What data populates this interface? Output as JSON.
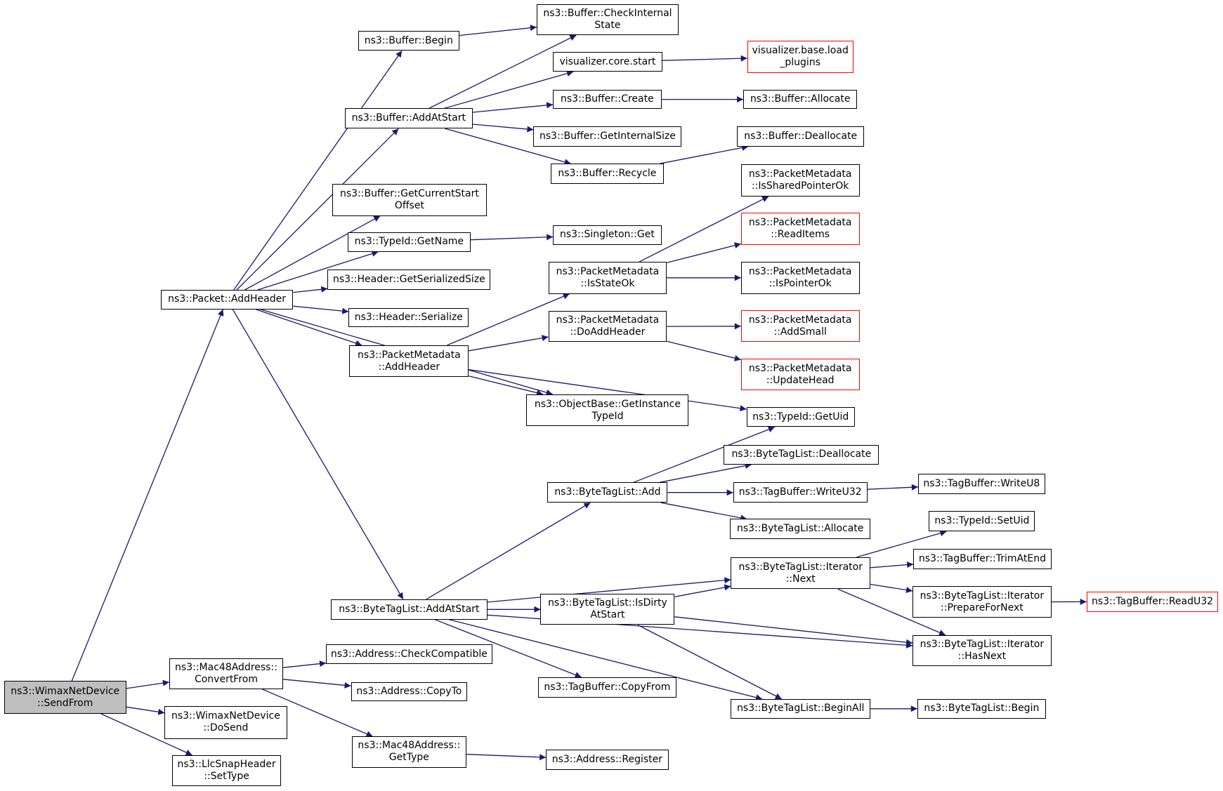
{
  "colors": {
    "edge": "#191970",
    "node_border": "#000000",
    "external_border": "#ff0000",
    "root_fill": "#bfbfbf"
  },
  "nodes": {
    "sendfrom": {
      "lines": [
        "ns3::WimaxNetDevice",
        "::SendFrom"
      ],
      "kind": "root"
    },
    "addheader": {
      "lines": [
        "ns3::Packet::AddHeader"
      ],
      "kind": "normal"
    },
    "mac48_convert": {
      "lines": [
        "ns3::Mac48Address::",
        "ConvertFrom"
      ],
      "kind": "normal"
    },
    "dosend": {
      "lines": [
        "ns3::WimaxNetDevice",
        "::DoSend"
      ],
      "kind": "normal"
    },
    "llcsettype": {
      "lines": [
        "ns3::LlcSnapHeader",
        "::SetType"
      ],
      "kind": "normal"
    },
    "buf_begin": {
      "lines": [
        "ns3::Buffer::Begin"
      ],
      "kind": "normal"
    },
    "buf_addatstart": {
      "lines": [
        "ns3::Buffer::AddAtStart"
      ],
      "kind": "normal"
    },
    "buf_getcurrentstart": {
      "lines": [
        "ns3::Buffer::GetCurrentStart",
        "Offset"
      ],
      "kind": "normal"
    },
    "typeid_getname": {
      "lines": [
        "ns3::TypeId::GetName"
      ],
      "kind": "normal"
    },
    "header_getsize": {
      "lines": [
        "ns3::Header::GetSerializedSize"
      ],
      "kind": "normal"
    },
    "header_serialize": {
      "lines": [
        "ns3::Header::Serialize"
      ],
      "kind": "normal"
    },
    "pm_addheader": {
      "lines": [
        "ns3::PacketMetadata",
        "::AddHeader"
      ],
      "kind": "normal"
    },
    "btl_addatstart": {
      "lines": [
        "ns3::ByteTagList::AddAtStart"
      ],
      "kind": "normal"
    },
    "addr_checkcompat": {
      "lines": [
        "ns3::Address::CheckCompatible"
      ],
      "kind": "normal"
    },
    "addr_copyto": {
      "lines": [
        "ns3::Address::CopyTo"
      ],
      "kind": "normal"
    },
    "mac48_gettype": {
      "lines": [
        "ns3::Mac48Address::",
        "GetType"
      ],
      "kind": "normal"
    },
    "buf_checkinternal": {
      "lines": [
        "ns3::Buffer::CheckInternal",
        "State"
      ],
      "kind": "normal"
    },
    "vis_core_start": {
      "lines": [
        "visualizer.core.start"
      ],
      "kind": "normal"
    },
    "buf_create": {
      "lines": [
        "ns3::Buffer::Create"
      ],
      "kind": "normal"
    },
    "buf_getinternalsize": {
      "lines": [
        "ns3::Buffer::GetInternalSize"
      ],
      "kind": "normal"
    },
    "buf_recycle": {
      "lines": [
        "ns3::Buffer::Recycle"
      ],
      "kind": "normal"
    },
    "singleton_get": {
      "lines": [
        "ns3::Singleton::Get"
      ],
      "kind": "normal"
    },
    "pm_isstateok": {
      "lines": [
        "ns3::PacketMetadata",
        "::IsStateOk"
      ],
      "kind": "normal"
    },
    "pm_doaddheader": {
      "lines": [
        "ns3::PacketMetadata",
        "::DoAddHeader"
      ],
      "kind": "normal"
    },
    "objbase_getinstance": {
      "lines": [
        "ns3::ObjectBase::GetInstance",
        "TypeId"
      ],
      "kind": "normal"
    },
    "btl_add": {
      "lines": [
        "ns3::ByteTagList::Add"
      ],
      "kind": "normal"
    },
    "btl_isdirty": {
      "lines": [
        "ns3::ByteTagList::IsDirty",
        "AtStart"
      ],
      "kind": "normal"
    },
    "tagbuf_copyfrom": {
      "lines": [
        "ns3::TagBuffer::CopyFrom"
      ],
      "kind": "normal"
    },
    "addr_register": {
      "lines": [
        "ns3::Address::Register"
      ],
      "kind": "normal"
    },
    "vis_base_load": {
      "lines": [
        "visualizer.base.load",
        "_plugins"
      ],
      "kind": "external"
    },
    "buf_allocate": {
      "lines": [
        "ns3::Buffer::Allocate"
      ],
      "kind": "normal"
    },
    "buf_deallocate": {
      "lines": [
        "ns3::Buffer::Deallocate"
      ],
      "kind": "normal"
    },
    "pm_issharedptr": {
      "lines": [
        "ns3::PacketMetadata",
        "::IsSharedPointerOk"
      ],
      "kind": "normal"
    },
    "pm_readitems": {
      "lines": [
        "ns3::PacketMetadata",
        "::ReadItems"
      ],
      "kind": "external"
    },
    "pm_ispointerok": {
      "lines": [
        "ns3::PacketMetadata",
        "::IsPointerOk"
      ],
      "kind": "normal"
    },
    "pm_addsmall": {
      "lines": [
        "ns3::PacketMetadata",
        "::AddSmall"
      ],
      "kind": "external"
    },
    "pm_updatehead": {
      "lines": [
        "ns3::PacketMetadata",
        "::UpdateHead"
      ],
      "kind": "external"
    },
    "typeid_getuid": {
      "lines": [
        "ns3::TypeId::GetUid"
      ],
      "kind": "normal"
    },
    "btl_deallocate": {
      "lines": [
        "ns3::ByteTagList::Deallocate"
      ],
      "kind": "normal"
    },
    "tagbuf_writeu32": {
      "lines": [
        "ns3::TagBuffer::WriteU32"
      ],
      "kind": "normal"
    },
    "btl_allocate": {
      "lines": [
        "ns3::ByteTagList::Allocate"
      ],
      "kind": "normal"
    },
    "btl_iter_next": {
      "lines": [
        "ns3::ByteTagList::Iterator",
        "::Next"
      ],
      "kind": "normal"
    },
    "btl_beginall": {
      "lines": [
        "ns3::ByteTagList::BeginAll"
      ],
      "kind": "normal"
    },
    "tagbuf_writeu8": {
      "lines": [
        "ns3::TagBuffer::WriteU8"
      ],
      "kind": "normal"
    },
    "typeid_setuid": {
      "lines": [
        "ns3::TypeId::SetUid"
      ],
      "kind": "normal"
    },
    "tagbuf_trimatend": {
      "lines": [
        "ns3::TagBuffer::TrimAtEnd"
      ],
      "kind": "normal"
    },
    "btl_iter_prepare": {
      "lines": [
        "ns3::ByteTagList::Iterator",
        "::PrepareForNext"
      ],
      "kind": "normal"
    },
    "btl_iter_hasnext": {
      "lines": [
        "ns3::ByteTagList::Iterator",
        "::HasNext"
      ],
      "kind": "normal"
    },
    "btl_begin": {
      "lines": [
        "ns3::ByteTagList::Begin"
      ],
      "kind": "normal"
    },
    "tagbuf_readu32": {
      "lines": [
        "ns3::TagBuffer::ReadU32"
      ],
      "kind": "external"
    }
  },
  "edges": [
    [
      "sendfrom",
      "addheader"
    ],
    [
      "sendfrom",
      "mac48_convert"
    ],
    [
      "sendfrom",
      "dosend"
    ],
    [
      "sendfrom",
      "llcsettype"
    ],
    [
      "addheader",
      "buf_begin"
    ],
    [
      "addheader",
      "buf_addatstart"
    ],
    [
      "addheader",
      "buf_getcurrentstart"
    ],
    [
      "addheader",
      "typeid_getname"
    ],
    [
      "addheader",
      "header_getsize"
    ],
    [
      "addheader",
      "header_serialize"
    ],
    [
      "addheader",
      "pm_addheader"
    ],
    [
      "addheader",
      "objbase_getinstance"
    ],
    [
      "addheader",
      "btl_addatstart"
    ],
    [
      "buf_begin",
      "buf_checkinternal"
    ],
    [
      "buf_addatstart",
      "buf_checkinternal"
    ],
    [
      "buf_addatstart",
      "vis_core_start"
    ],
    [
      "buf_addatstart",
      "buf_create"
    ],
    [
      "buf_addatstart",
      "buf_getinternalsize"
    ],
    [
      "buf_addatstart",
      "buf_recycle"
    ],
    [
      "vis_core_start",
      "vis_base_load"
    ],
    [
      "buf_create",
      "buf_allocate"
    ],
    [
      "buf_recycle",
      "buf_deallocate"
    ],
    [
      "typeid_getname",
      "singleton_get"
    ],
    [
      "pm_addheader",
      "pm_isstateok"
    ],
    [
      "pm_addheader",
      "pm_doaddheader"
    ],
    [
      "pm_addheader",
      "objbase_getinstance"
    ],
    [
      "pm_addheader",
      "typeid_getuid"
    ],
    [
      "pm_isstateok",
      "pm_issharedptr"
    ],
    [
      "pm_isstateok",
      "pm_readitems"
    ],
    [
      "pm_isstateok",
      "pm_ispointerok"
    ],
    [
      "pm_doaddheader",
      "pm_addsmall"
    ],
    [
      "pm_doaddheader",
      "pm_updatehead"
    ],
    [
      "btl_addatstart",
      "btl_add"
    ],
    [
      "btl_addatstart",
      "btl_iter_next"
    ],
    [
      "btl_addatstart",
      "btl_isdirty"
    ],
    [
      "btl_addatstart",
      "btl_iter_hasnext"
    ],
    [
      "btl_addatstart",
      "tagbuf_copyfrom"
    ],
    [
      "btl_addatstart",
      "btl_beginall"
    ],
    [
      "btl_add",
      "typeid_getuid"
    ],
    [
      "btl_add",
      "btl_deallocate"
    ],
    [
      "btl_add",
      "tagbuf_writeu32"
    ],
    [
      "btl_add",
      "btl_allocate"
    ],
    [
      "tagbuf_writeu32",
      "tagbuf_writeu8"
    ],
    [
      "btl_isdirty",
      "btl_iter_next"
    ],
    [
      "btl_isdirty",
      "btl_iter_hasnext"
    ],
    [
      "btl_isdirty",
      "btl_beginall"
    ],
    [
      "btl_iter_next",
      "typeid_setuid"
    ],
    [
      "btl_iter_next",
      "tagbuf_trimatend"
    ],
    [
      "btl_iter_next",
      "btl_iter_prepare"
    ],
    [
      "btl_iter_next",
      "btl_iter_hasnext"
    ],
    [
      "btl_iter_prepare",
      "tagbuf_readu32"
    ],
    [
      "btl_beginall",
      "btl_begin"
    ],
    [
      "mac48_convert",
      "addr_checkcompat"
    ],
    [
      "mac48_convert",
      "addr_copyto"
    ],
    [
      "mac48_convert",
      "mac48_gettype"
    ],
    [
      "mac48_gettype",
      "addr_register"
    ]
  ]
}
